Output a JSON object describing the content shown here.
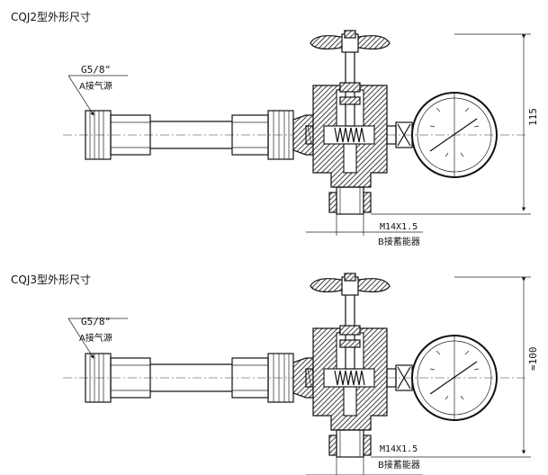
{
  "figures": [
    {
      "title": "CQJ2型外形尺寸",
      "label_thread": "G5/8\"",
      "label_source": "A接气源",
      "dim_height": "115",
      "label_port": "M14X1.5",
      "label_port_desc": "B接蓄能器"
    },
    {
      "title": "CQJ3型外形尺寸",
      "label_thread": "G5/8\"",
      "label_source": "A接气源",
      "dim_height": "≈100",
      "label_port": "M14X1.5",
      "label_port_desc": "B接蓄能器"
    }
  ]
}
